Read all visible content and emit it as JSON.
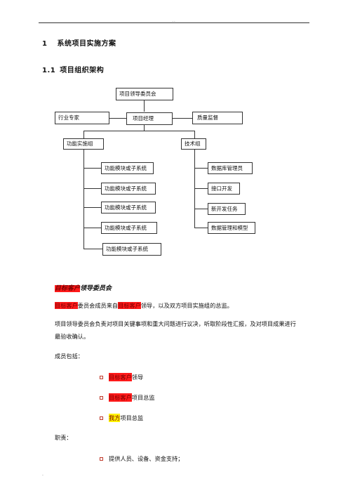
{
  "header": {
    "dots": "..",
    "footer_dot": "."
  },
  "heading1": {
    "number": "1",
    "title": "系统项目实施方案"
  },
  "heading2": {
    "number": "1.1",
    "title": "项目组织架构"
  },
  "org_chart": {
    "top": "项目领导委员会",
    "left": "行业专家",
    "center": "项目经理",
    "right": "质量监督",
    "group_a": "功能实施组",
    "group_b": "技术组",
    "group_a_items": [
      "功能模块或子系统",
      "功能模块或子系统",
      "功能模块或子系统",
      "功能模块或子系统",
      "功能模块或子系统"
    ],
    "group_b_items": [
      "数据库管理员",
      "接口开发",
      "新开发任务",
      "数据管理和模型"
    ]
  },
  "section": {
    "title_highlight": "目标客户",
    "title_rest": "领导委员会",
    "para1_hl1": "目标客户",
    "para1_mid": "委员会成员来自",
    "para1_hl2": "目标客户",
    "para1_end": "领导，以及双方项目实施组的总监。",
    "para2": "项目领导委员会负责对项目关键事项和重大问题进行议决，听取阶段性汇报，及对项目成果进行最验收确认。",
    "members_label": "成员包括：",
    "members": [
      {
        "highlight": "目标客户",
        "text": "领导",
        "color": "red"
      },
      {
        "highlight": "目标客户",
        "text": "项目总监",
        "color": "red"
      },
      {
        "highlight": "我方",
        "text": "项目总监",
        "color": "yellow"
      }
    ],
    "duties_label": "职责：",
    "duties": [
      "提供人员、设备、资金支持；"
    ]
  }
}
